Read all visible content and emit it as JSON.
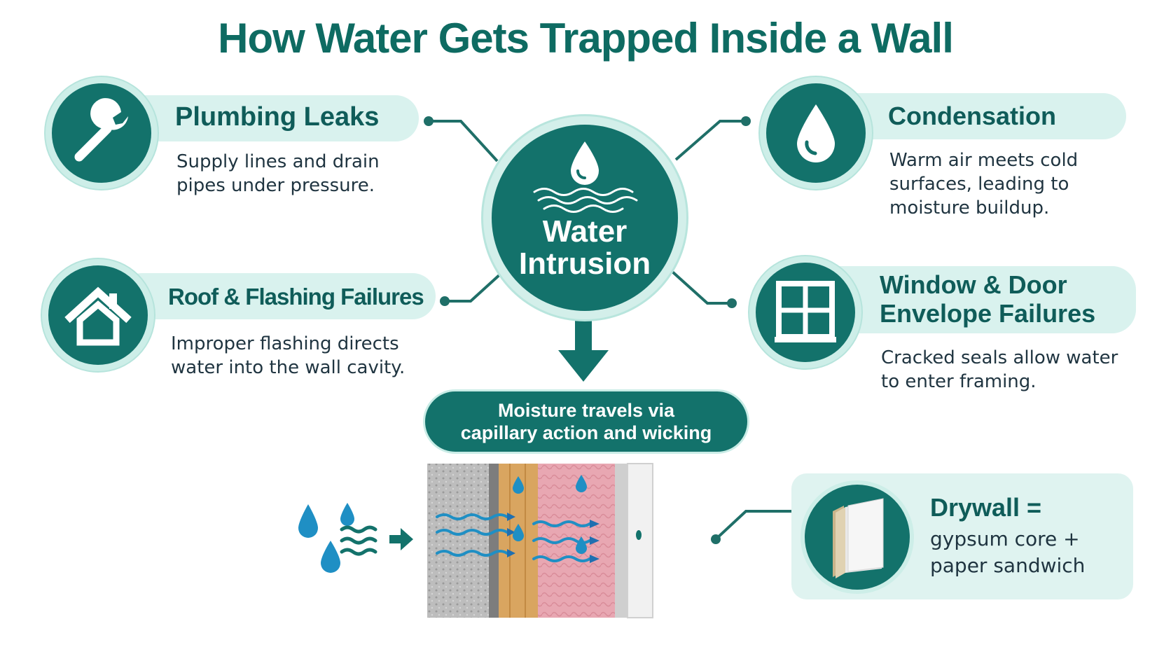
{
  "title": "How Water Gets Trapped Inside a Wall",
  "center": {
    "line1": "Water",
    "line2": "Intrusion"
  },
  "causes": {
    "plumbing": {
      "title": "Plumbing Leaks",
      "desc_line1": "Supply lines and drain",
      "desc_line2": "pipes under pressure.",
      "icon": "wrench-icon"
    },
    "roof": {
      "title": "Roof & Flashing Failures",
      "desc_line1": "Improper flashing directs",
      "desc_line2": "water into the wall cavity.",
      "icon": "house-icon"
    },
    "condensation": {
      "title": "Condensation",
      "desc_line1": "Warm air meets cold",
      "desc_line2": "surfaces, leading to",
      "desc_line3": "moisture buildup.",
      "icon": "water-drop-icon"
    },
    "window": {
      "title_line1": "Window & Door",
      "title_line2": "Envelope Failures",
      "desc_line1": "Cracked seals allow water",
      "desc_line2": "to enter framing.",
      "icon": "window-icon"
    }
  },
  "banner": {
    "line1": "Moisture travels via",
    "line2": "capillary action and wicking"
  },
  "drywall": {
    "title": "Drywall =",
    "desc_line1": "gypsum core +",
    "desc_line2": "paper sandwich",
    "icon": "drywall-panel-icon"
  },
  "colors": {
    "primary_teal": "#13726b",
    "title_teal": "#0e6b62",
    "pill_bg": "#d9f2ee",
    "water_blue": "#1f8fc4",
    "insulation_pink": "#e8a7b2",
    "stud_wood": "#d9a560"
  }
}
